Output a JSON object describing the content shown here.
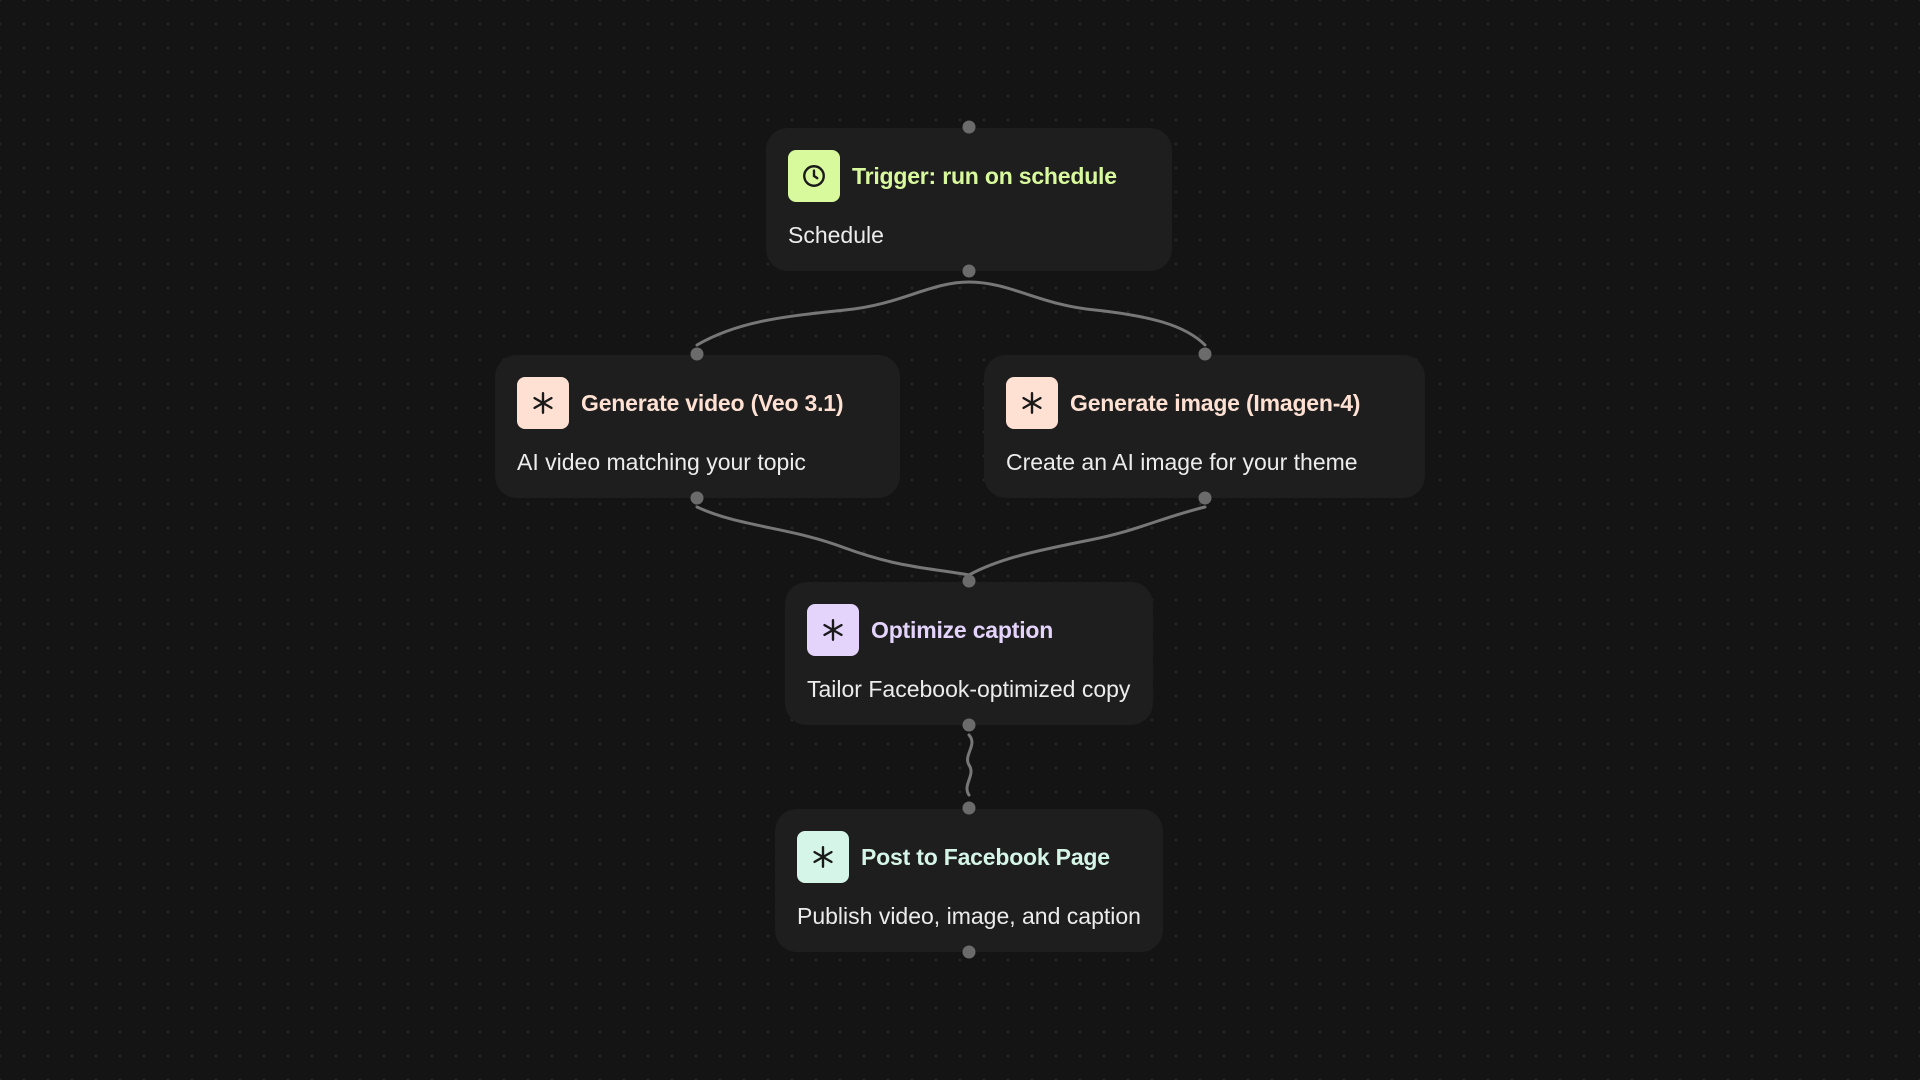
{
  "colors": {
    "background": "#141414",
    "node_bg": "#1e1e1e",
    "edge": "#777777",
    "port": "#6b6b6b",
    "trigger_accent": "#d9f99d",
    "video_accent": "#ffe1d3",
    "image_accent": "#ffe1d3",
    "caption_accent": "#e4d4fc",
    "post_accent": "#d5f5e8"
  },
  "nodes": {
    "trigger": {
      "icon": "clock-icon",
      "title": "Trigger: run on schedule",
      "description": "Schedule"
    },
    "video": {
      "icon": "asterisk-icon",
      "title": "Generate video (Veo 3.1)",
      "description": "AI video matching your topic"
    },
    "image": {
      "icon": "asterisk-icon",
      "title": "Generate image (Imagen-4)",
      "description": "Create an AI image for your theme"
    },
    "caption": {
      "icon": "asterisk-icon",
      "title": "Optimize caption",
      "description": "Tailor Facebook-optimized copy"
    },
    "post": {
      "icon": "asterisk-icon",
      "title": "Post to Facebook Page",
      "description": "Publish video, image, and caption"
    }
  },
  "edges": [
    {
      "from": "trigger",
      "to": "video"
    },
    {
      "from": "trigger",
      "to": "image"
    },
    {
      "from": "video",
      "to": "caption"
    },
    {
      "from": "image",
      "to": "caption"
    },
    {
      "from": "caption",
      "to": "post"
    }
  ]
}
